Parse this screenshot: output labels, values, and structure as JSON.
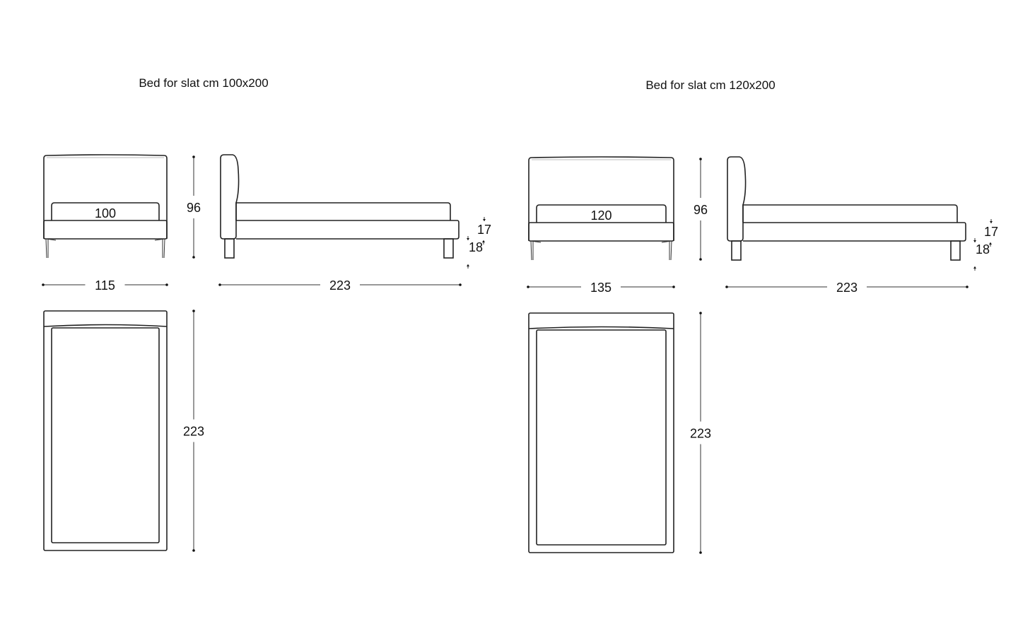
{
  "diagrams": [
    {
      "title": "Bed for slat cm 100x200",
      "mattress_width": "100",
      "height": "96",
      "front_width": "115",
      "length": "223",
      "frame_height": "17",
      "leg_height": "18",
      "top_length": "223"
    },
    {
      "title": "Bed for slat cm 120x200",
      "mattress_width": "120",
      "height": "96",
      "front_width": "135",
      "length": "223",
      "frame_height": "17",
      "leg_height": "18",
      "top_length": "223"
    }
  ]
}
